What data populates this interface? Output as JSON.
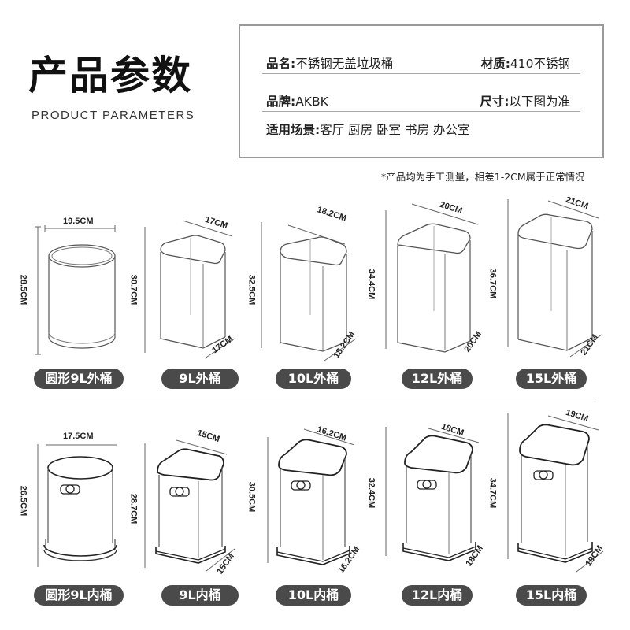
{
  "header": {
    "title": "产品参数",
    "subtitle": "PRODUCT PARAMETERS"
  },
  "info": {
    "name_label": "品名:",
    "name_value": "不锈钢无盖垃圾桶",
    "material_label": "材质:",
    "material_value": "410不锈钢",
    "brand_label": "品牌:",
    "brand_value": "AKBK",
    "size_label": "尺寸:",
    "size_value": "以下图为准",
    "scene_label": "适用场景:",
    "scene_value": "客厅 厨房 卧室 书房 办公室"
  },
  "note": "*产品均为手工测量，相差1-2CM属于正常情况",
  "colors": {
    "pill_bg": "#4a4a4a",
    "border": "#9a9a9a",
    "line": "#555555"
  },
  "outer": [
    {
      "label": "圆形9L外桶",
      "width": "19.5CM",
      "height": "28.5CM",
      "depth": ""
    },
    {
      "label": "9L外桶",
      "width": "17CM",
      "height": "30.7CM",
      "depth": "17CM"
    },
    {
      "label": "10L外桶",
      "width": "18.2CM",
      "height": "32.5CM",
      "depth": "18.2CM"
    },
    {
      "label": "12L外桶",
      "width": "20CM",
      "height": "34.4CM",
      "depth": "20CM"
    },
    {
      "label": "15L外桶",
      "width": "21CM",
      "height": "36.7CM",
      "depth": "21CM"
    }
  ],
  "inner": [
    {
      "label": "圆形9L内桶",
      "width": "17.5CM",
      "height": "26.5CM",
      "depth": ""
    },
    {
      "label": "9L内桶",
      "width": "15CM",
      "height": "28.7CM",
      "depth": "15CM"
    },
    {
      "label": "10L内桶",
      "width": "16.2CM",
      "height": "30.5CM",
      "depth": "16.2CM"
    },
    {
      "label": "12L内桶",
      "width": "18CM",
      "height": "32.4CM",
      "depth": "18CM"
    },
    {
      "label": "15L内桶",
      "width": "19CM",
      "height": "34.7CM",
      "depth": "19CM"
    }
  ]
}
